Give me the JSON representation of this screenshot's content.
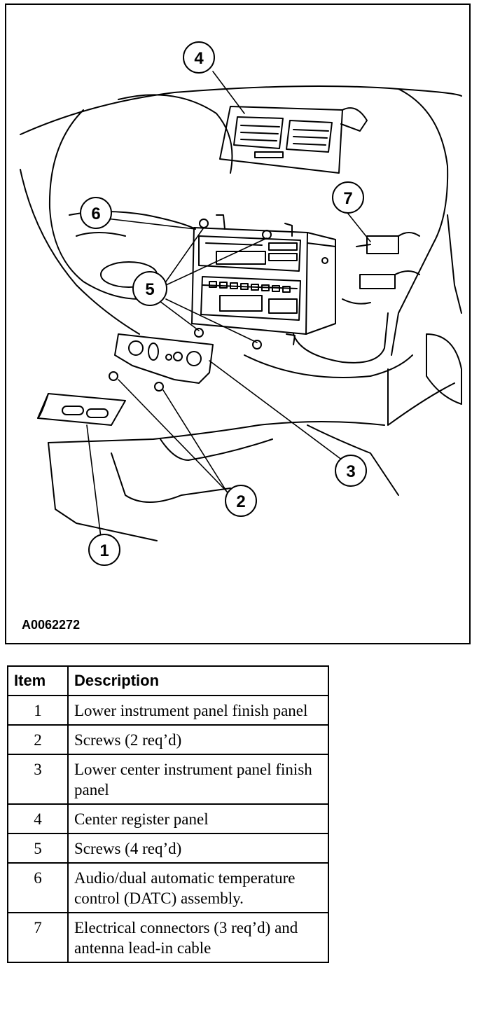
{
  "figure": {
    "id": "A0062272",
    "callouts": [
      "1",
      "2",
      "3",
      "4",
      "5",
      "6",
      "7"
    ]
  },
  "legend": {
    "headers": {
      "item": "Item",
      "description": "Description"
    },
    "rows": [
      {
        "item": "1",
        "description": "Lower instrument panel finish panel"
      },
      {
        "item": "2",
        "description": "Screws (2 req’d)"
      },
      {
        "item": "3",
        "description": "Lower center instrument panel finish panel"
      },
      {
        "item": "4",
        "description": "Center register panel"
      },
      {
        "item": "5",
        "description": "Screws (4 req’d)"
      },
      {
        "item": "6",
        "description": "Audio/dual automatic temperature control (DATC) assembly."
      },
      {
        "item": "7",
        "description": "Electrical connectors (3 req’d) and antenna lead-in cable"
      }
    ]
  }
}
